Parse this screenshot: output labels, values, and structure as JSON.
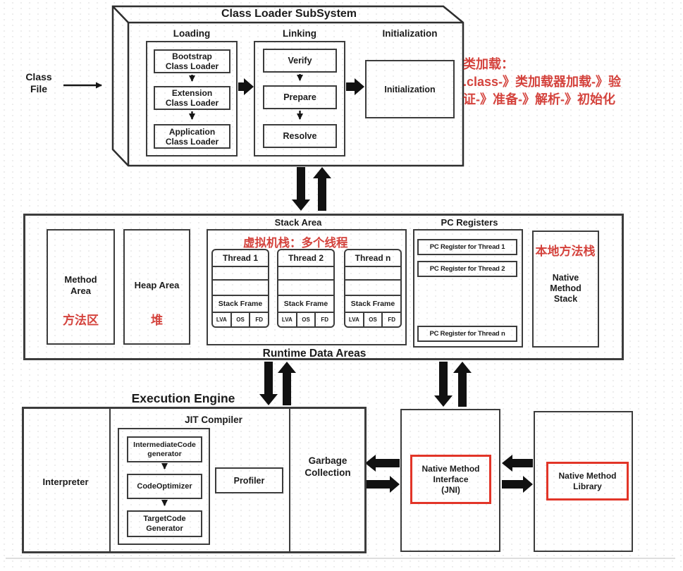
{
  "colors": {
    "red_text": "#d4433d",
    "red_box_border": "#e23528",
    "line": "#3c3c3c",
    "arrow_fill": "#111111"
  },
  "class_file": {
    "line1": "Class",
    "line2": "File"
  },
  "loader": {
    "title": "Class Loader SubSystem",
    "loading_label": "Loading",
    "linking_label": "Linking",
    "initialization_label": "Initialization",
    "bootstrap": {
      "l1": "Bootstrap",
      "l2": "Class Loader"
    },
    "extension": {
      "l1": "Extension",
      "l2": "Class Loader"
    },
    "application": {
      "l1": "Application",
      "l2": "Class Loader"
    },
    "verify": "Verify",
    "prepare": "Prepare",
    "resolve": "Resolve",
    "initialization_box": "Initialization"
  },
  "loader_note": {
    "line1": "类加载：",
    "line2": ".class-》类加载器加载-》验",
    "line3": "证-》准备-》解析-》初始化"
  },
  "runtime": {
    "title": "Runtime Data Areas",
    "method_area": {
      "l1": "Method",
      "l2": "Area",
      "note": "方法区"
    },
    "heap_area": {
      "label": "Heap Area",
      "note": "堆"
    },
    "stack_area": {
      "label": "Stack Area",
      "note": "虚拟机栈：多个线程"
    },
    "threads": [
      {
        "name": "Thread 1"
      },
      {
        "name": "Thread 2"
      },
      {
        "name": "Thread n"
      }
    ],
    "stack_frame": "Stack Frame",
    "frame_cells": [
      "LVA",
      "OS",
      "FD"
    ],
    "pc": {
      "label": "PC Registers",
      "items": [
        "PC Register for Thread 1",
        "PC Register for Thread 2",
        "PC Register for Thread n"
      ]
    },
    "native_stack": {
      "l1": "Native",
      "l2": "Method",
      "l3": "Stack",
      "note": "本地方法栈"
    }
  },
  "engine": {
    "title": "Execution Engine",
    "interpreter": "Interpreter",
    "jit_label": "JIT Compiler",
    "intermediate": {
      "l1": "IntermediateCode",
      "l2": "generator"
    },
    "optimizer": "CodeOptimizer",
    "target": {
      "l1": "TargetCode",
      "l2": "Generator"
    },
    "profiler": "Profiler",
    "garbage": {
      "l1": "Garbage",
      "l2": "Collection"
    },
    "jni": {
      "l1": "Native Method",
      "l2": "Interface",
      "l3": "(JNI)"
    },
    "library": {
      "l1": "Native Method",
      "l2": "Library"
    }
  }
}
